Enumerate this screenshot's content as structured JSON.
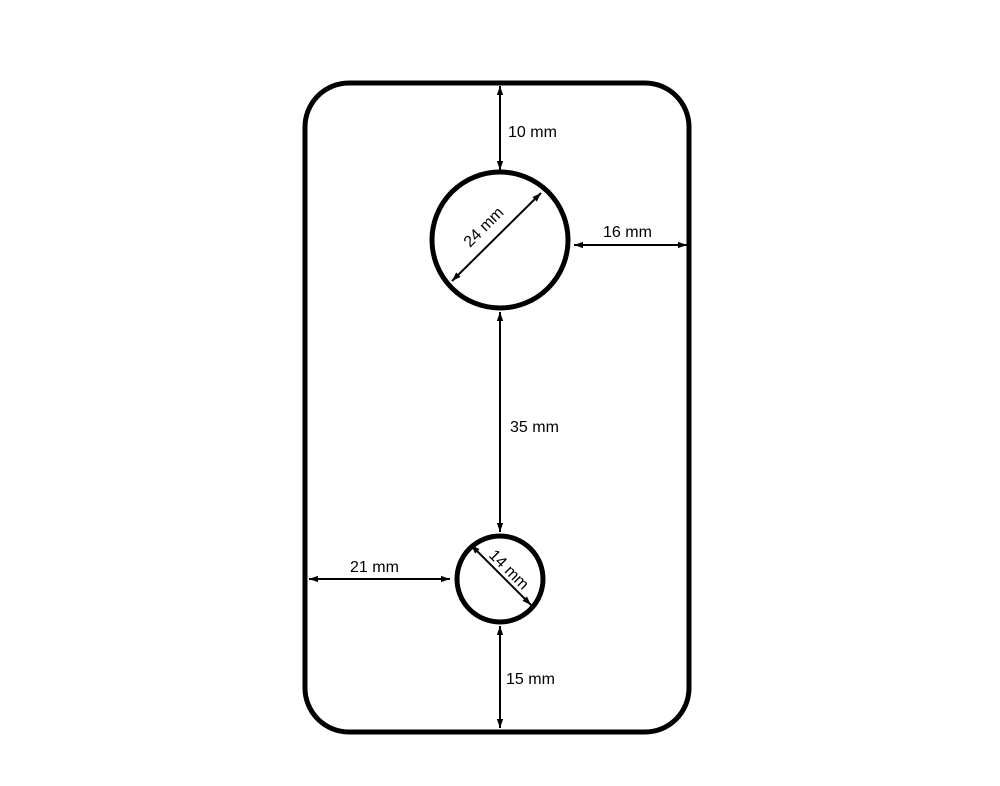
{
  "colors": {
    "stroke": "#000000",
    "background": "#ffffff"
  },
  "dimensions": {
    "top_gap": "10 mm",
    "large_hole_diameter": "24 mm",
    "right_gap": "16 mm",
    "hole_spacing": "35 mm",
    "left_gap": "21 mm",
    "small_hole_diameter": "14 mm",
    "bottom_gap": "15 mm"
  }
}
